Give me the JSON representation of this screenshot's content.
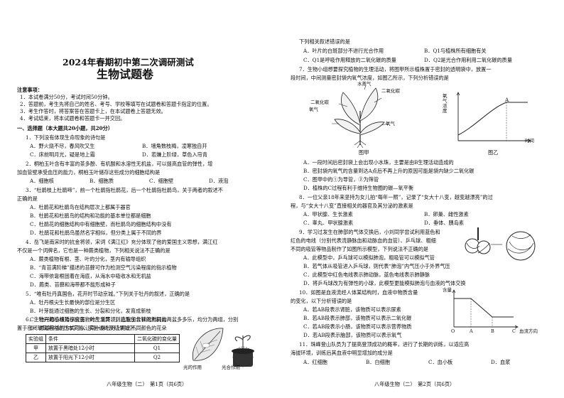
{
  "left": {
    "title": "2024年春期初中第二次调研测试",
    "subtitle": "生物试题卷",
    "notice": {
      "heading": "注意事项：",
      "items": [
        "1．本试卷满分50分，考试时间50分钟。",
        "2．答题前，考生先将自己的姓名、考号、学校等填写在试题卷和答题卡指定的位置。",
        "3．考生作答时，将答案答在答题卡上，在本试题卷上答题无效。",
        "4．考试结束，将本试题卷和答题卡一并交回。"
      ]
    },
    "section1": "一、选择题（本大题共20小题，共20分）",
    "lines": [
      "1．下列没有体现生命现象的诗句是",
      "A．野火烧不尽，春风吹又生",
      "B．墙角数枝梅，凌寒独自开",
      "C．床前明月光，疑是地上霜",
      "D．若嫌上阶绿，草色入帘青",
      "2．桐柏玉叶含有丰富的茶多酚、有机酸和水溶性无机盐，可以提高血管的弹性，增",
      "加血管壁承受血压的能力，桐柏玉叶储存这些成分的细胞结构是",
      "A．细胞核",
      "B．细胞质",
      "C．细胞壁",
      "D．液泡",
      "3．“杜鹃枝上杜鹃啼”，前一个杜鹃指杜鹃花，后一个杜鹃指杜鹃鸟，关于两者的叙述不",
      "正确的是",
      "A．杜鹃花和杜鹃鸟在结构层次上都属于器官",
      "B．杜鹃花和杜鹃鸟的结构和功能的基本单位都是细胞",
      "C．杜鹃花的细胞结构中有细胞壁，而杜鹃鸟的细胞结构中没有",
      "D．杜鹃花和杜鹃鸟虽然名字相似，但分类上属于不同的界",
      "4．岳飞是南宋时的抗金将领，宋词《满江红》充分体现了他的爱国主义思想，满江红",
      "不仅是一个词牌名，它也是一种蕨类植物，下列相关说法不正确的是",
      "A．蕨类植物有根、茎、叶的分化，茎内有输导组织",
      "B．“青苔满阶梯”描述的苔藓可作为检测空气污染程度的指示植物",
      "C．海带依靠根固着在海底，从海水中吸收水和无机盐",
      "D．蕨类、苔藓和海带都不能形成种子",
      "5．“唯有牡丹真国色，花开时节动京城。”下列关于牡丹的叙述，正确的是",
      "A．牡丹根尖生长最快的部位是分生区",
      "B．叶芽能通过细胞的生长、分裂和分化，发育成新枝",
      "C．牡丹的植株矮小瘦弱，叶片发黄，则应施加含钾的无机盐",
      "D．通过杆插的方式可以让同一株牡丹上开出不同颜色的花朵",
      "6．生物兴趣小组为探究生物的生活环境，选取生长状况相同的两盆多多乐，均分为两组，分别",
      "置于密闭玻璃箱内进行本实验，实验设计及结果如下。"
    ],
    "table": {
      "headers": [
        "实验组",
        "条件",
        "二氧化碳的变化量"
      ],
      "rows": [
        [
          "甲",
          "放置于黑暗处12小时",
          "Q1"
        ],
        [
          "乙",
          "放置于阳光下12小时",
          "Q2"
        ]
      ]
    },
    "fig_labels": [
      "光合作用",
      "光的作用"
    ],
    "footer": "八年级生物（二）　第1页（共6页）"
  },
  "right": {
    "lines": [
      "下列相关叙述错误的是",
      "A．叶片的白斑部分不进行光合作用",
      "B．Q1与植株所有细胞有关",
      "C．Q1是呼吸作用释放的二氧化碳的质量",
      "D．Q2是光合作用利用二氧化碳的质量",
      "7．生物小组想要探究植物的生理活动，将图甲所示植株置于密封的透明袋中，放置一",
      "段时间，中间测量密封袋内氧气浓度，如图乙所示，下列分析错误的是",
      "A．一段时间后密封袋上会出现小水珠，主要是由B生理活动造成的",
      "B．密封袋内氧气的含量到达A点后不再上升的原因可能是袋内缺少二氧化碳",
      "C．图甲中的①为导管，②为筛管",
      "D．植株的C过程有利于维持生物圈的碳—氧平衡",
      "8．一位父亲18年来坚持为女儿拍“每年一照”，记录了“女大十八变，越变越漂亮”的过",
      "程，与“女大十八变”直接相关的器官及其分泌的激素是",
      "A．甲状腺、生长激素",
      "B．卵巢、雌性激素",
      "C．睾丸、甲状腺激素",
      "D．垂体、胰岛素",
      "9．学习过发生在肺部的气体交换后，小刘同学尝试利用蓝色和",
      "红色的电线（分别代表流静脉血和动脉血的血管）、乒乓球、粗细",
      "不同的吸管等物品制作了如图所示模型，下列说法不正确的是",
      "A．此模型中，乒乓球可以模拟肺泡，粗吸管可以模拟气管",
      "B．若气体从吸管进入乒乓球，则代表“肺泡”内气压小于外界气压",
      "C．此模型中红色电线表示肺动脉，蓝色电线表示肺静脉",
      "D．将乒乓球改为有弹性的小球，此模型更能模拟肺泡与血液的气体交换",
      "10．如图是血液流经人体某结构时，血液中物质含量",
      "的变化，以下分析错误的是",
      "A．若AB段表示肾脏，该物质可以表示尿素",
      "B．若AB段表示肺部，该物质可以表示二氧化碳",
      "C．若AB段表示小肠，该物质可以表示营养物质",
      "D．若AB段表示脑部，该物质可以表示氧气",
      "11．珠峰登山队员为了提高登顶成功的概率，进行了长期的训练，以适应高",
      "海拔环境，训练后其血液中明显增加的成分是",
      "A．红细胞",
      "B．白细胞",
      "C．血小板",
      "D．血浆"
    ],
    "fig7": {
      "plant_labels": [
        "水蒸气",
        "二氧化碳",
        "二氧化碳",
        "氧气",
        "氧气"
      ],
      "caption_a": "图甲",
      "caption_b": "图乙",
      "ylabel": "氧气浓度",
      "xlabel": "时间",
      "point": "A"
    },
    "fig10": {
      "ylabel": "含量",
      "x_labels": [
        "O",
        "A",
        "B",
        "C"
      ],
      "xlabel": "血流方向"
    },
    "footer": "八年级生物（二）　第2页（共6页）"
  }
}
